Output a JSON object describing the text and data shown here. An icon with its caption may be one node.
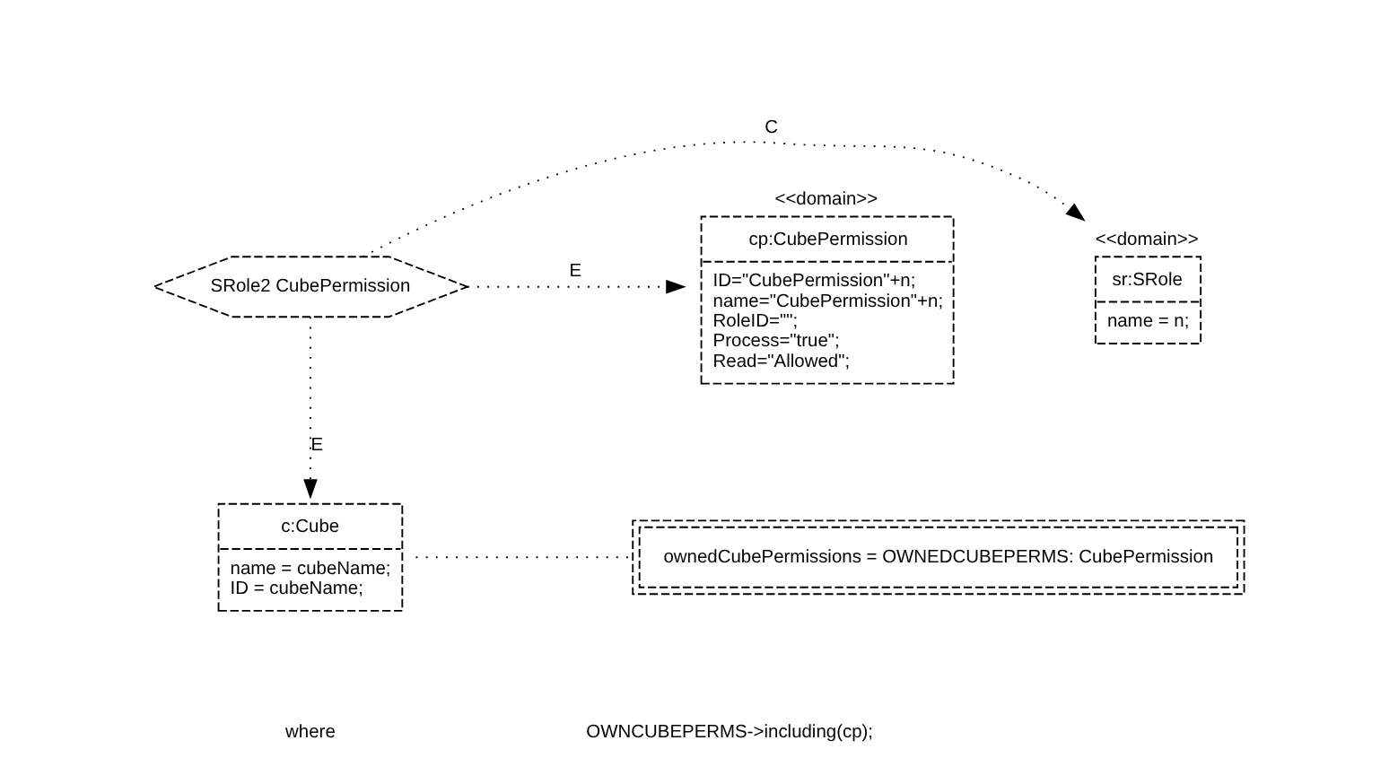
{
  "diagram": {
    "nodes": [
      {
        "text": [
          "<<domain>>",
          "sr:SRole",
          "name = n;"
        ]
      },
      {
        "text": [
          "SRole2 CubePermission"
        ]
      },
      {
        "text": [
          "<<domain>>",
          "cp:CubePermission",
          "ID=\"CubePermission\"+n;",
          "name=\"CubePermission\"+n;",
          "RoleID=\"\";",
          "Process=\"true\";",
          "Read=\"Allowed\";"
        ]
      },
      {
        "text": [
          "c:Cube",
          "name = cubeName;",
          "ID = cubeName;"
        ]
      },
      {
        "text": [
          "ownedCubePermissions = OWNEDCUBEPERMS: CubePermission"
        ]
      }
    ],
    "edges": [
      {
        "from": 1,
        "to": 0,
        "arrow": "to",
        "label": "C"
      },
      {
        "from": 1,
        "to": 2,
        "arrow": "to",
        "label": "E"
      },
      {
        "from": 1,
        "to": 3,
        "arrow": "to",
        "label": "E"
      },
      {
        "from": 3,
        "to": 4,
        "arrow": "none"
      }
    ],
    "labels": [
      "where",
      "OWNCUBEPERMS->including(cp);"
    ]
  }
}
